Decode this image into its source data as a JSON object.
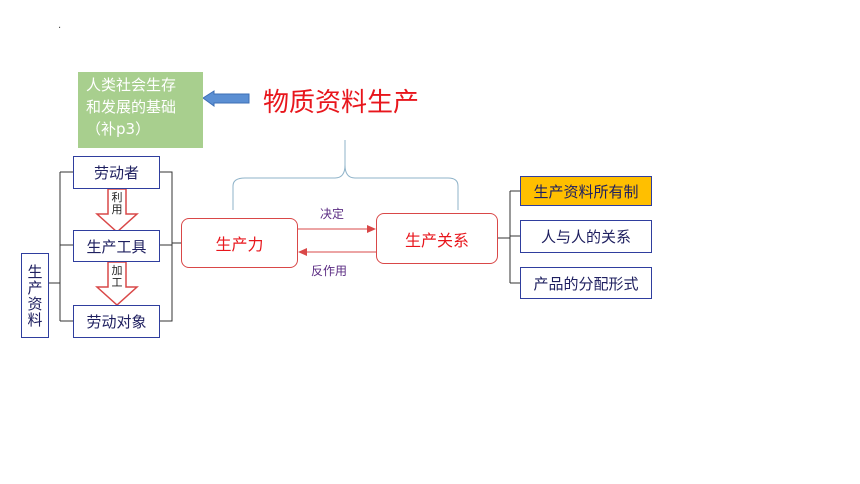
{
  "dot": ".",
  "basis_box": {
    "line1": "人类社会生存",
    "line2": "和发展的基础",
    "line3": "（补p3）"
  },
  "main_title": "物质资料生产",
  "means_of_production_label": "生产资料",
  "left_items": {
    "laborer": "劳动者",
    "tools": "生产工具",
    "objects": "劳动对象"
  },
  "arrow_labels": {
    "use_top": "利",
    "use_bottom": "用",
    "process_top": "加",
    "process_bottom": "工"
  },
  "productive_forces": "生产力",
  "relations_of_production": "生产关系",
  "decides": "决定",
  "reacts": "反作用",
  "right_items": {
    "ownership": "生产资料所有制",
    "relations": "人与人的关系",
    "distribution": "产品的分配形式"
  }
}
